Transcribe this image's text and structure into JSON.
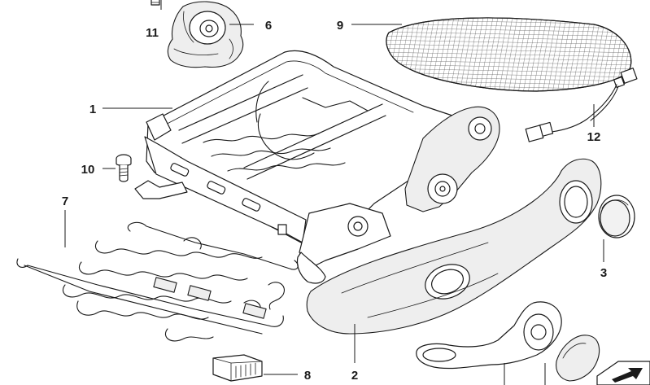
{
  "callouts": {
    "c1": "1",
    "c2": "2",
    "c3": "3",
    "c6": "6",
    "c7": "7",
    "c8": "8",
    "c9": "9",
    "c10": "10",
    "c11": "11",
    "c12": "12"
  },
  "icons": {
    "corner_symbol": "arrow-icon"
  }
}
